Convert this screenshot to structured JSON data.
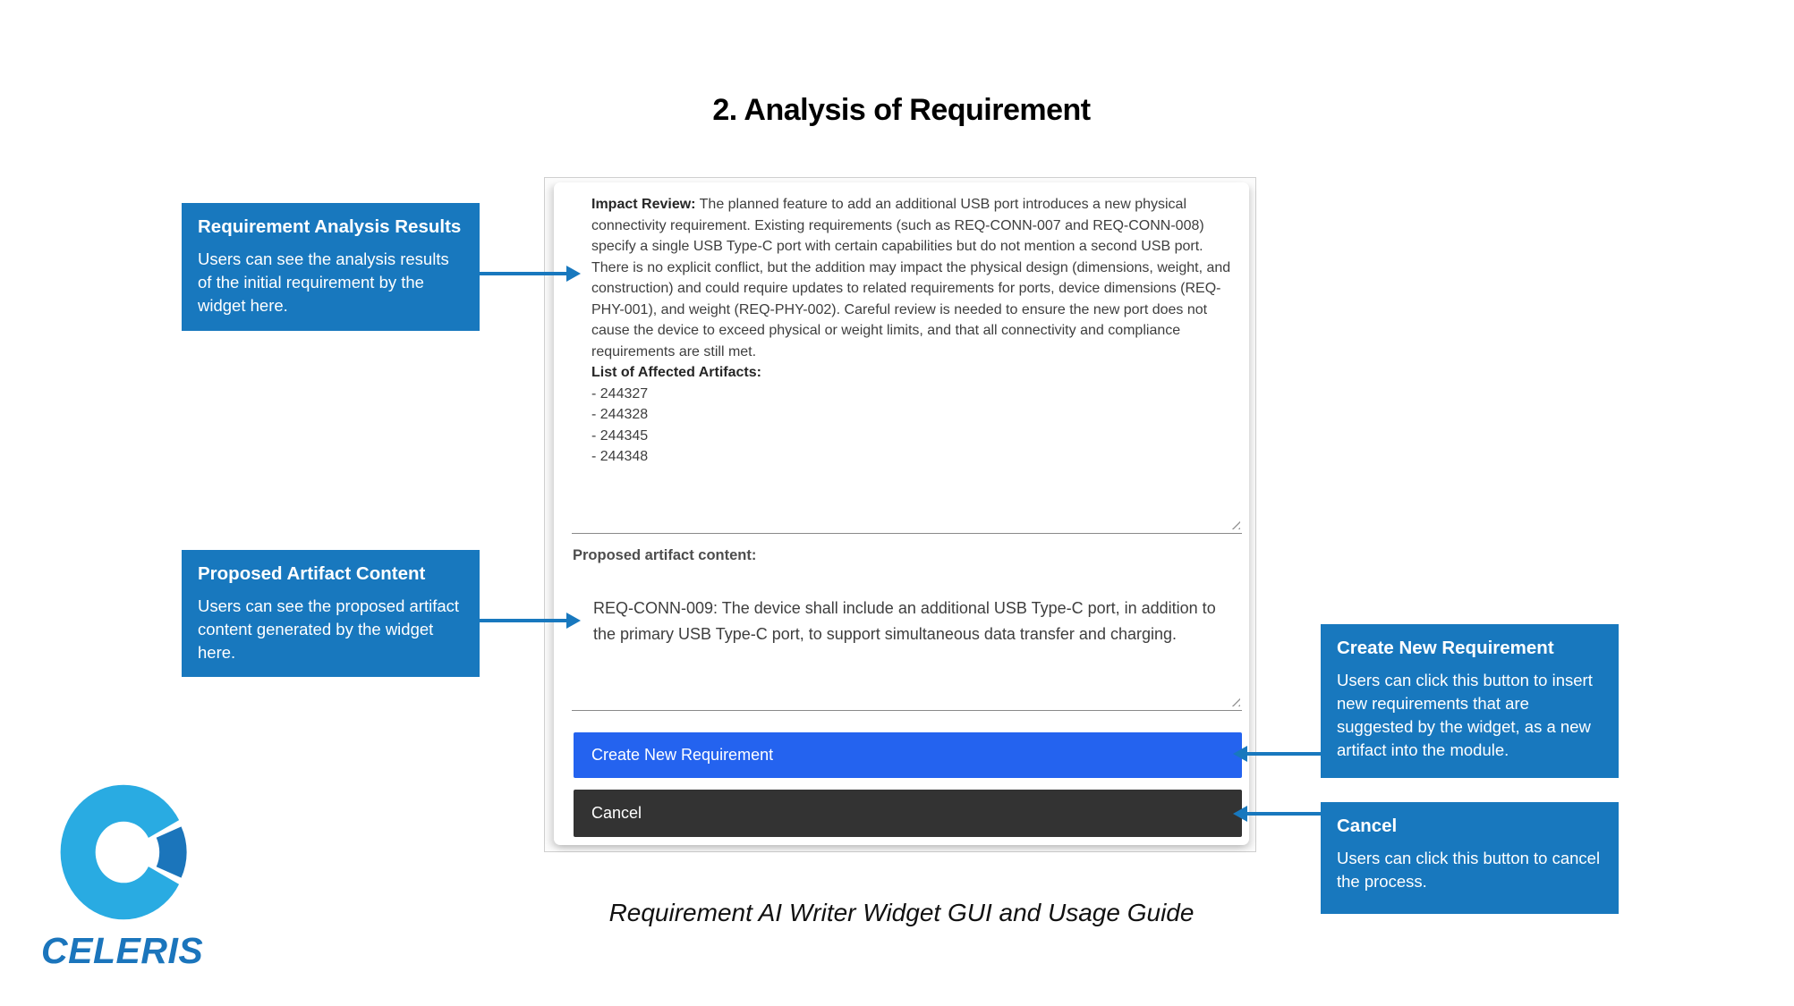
{
  "page": {
    "title": "2. Analysis of Requirement",
    "caption": "Requirement AI Writer Widget GUI and Usage Guide"
  },
  "colors": {
    "annotation_blue": "#1878BE",
    "primary_button_blue": "#2463EF",
    "cancel_button_dark": "#333333",
    "logo_light": "#29ABE2",
    "logo_dark": "#1B75BB",
    "logo_text": "#1B75BC"
  },
  "logo": {
    "brand": "CELERIS"
  },
  "widget": {
    "analysis": {
      "bold_intro": "Impact Review:",
      "paragraph": " The planned feature to add an additional USB port introduces a new physical connectivity requirement. Existing requirements (such as REQ-CONN-007 and REQ-CONN-008) specify a single USB Type-C port with certain capabilities but do not mention a second USB port. There is no explicit conflict, but the addition may impact the physical design (dimensions, weight, and construction) and could require updates to related requirements for ports, device dimensions (REQ-PHY-001), and weight (REQ-PHY-002). Careful review is needed to ensure the new port does not cause the device to exceed physical or weight limits, and that all connectivity and compliance requirements are still met.",
      "list_label": "List of Affected Artifacts:",
      "items": [
        "- 244327",
        "- 244328",
        "- 244345",
        "- 244348"
      ]
    },
    "proposed_label": "Proposed artifact content:",
    "proposed_content": "REQ-CONN-009: The device shall include an additional USB Type-C port, in addition to the primary USB Type-C port, to support simultaneous data transfer and charging.",
    "buttons": {
      "create": "Create New Requirement",
      "cancel": "Cancel"
    }
  },
  "annotations": {
    "analysis_results": {
      "title": "Requirement Analysis Results",
      "body": "Users can see the analysis results of the initial requirement by the widget here."
    },
    "proposed_artifact": {
      "title": "Proposed Artifact Content",
      "body": "Users can see the proposed artifact content generated by the widget here."
    },
    "create_new": {
      "title": "Create New Requirement",
      "body": "Users can click this button to insert new requirements that are suggested by the widget, as a new artifact into the module."
    },
    "cancel": {
      "title": "Cancel",
      "body": "Users can click this button to cancel the process."
    }
  }
}
